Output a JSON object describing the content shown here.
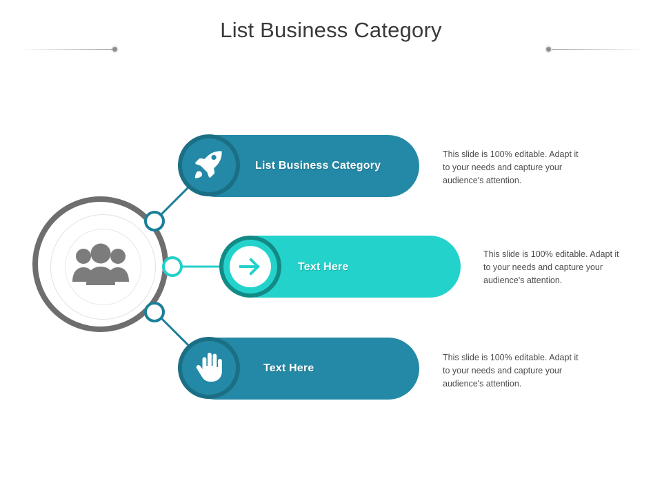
{
  "slide": {
    "title": "List Business Category",
    "background_color": "#ffffff",
    "accent_teal": "#2389a6",
    "accent_cyan": "#24d2cc",
    "accent_dark_teal": "#1b6f85",
    "hub_gray": "#6e6e6e",
    "title_color": "#3a3a3a",
    "body_text_color": "#4b4b4b"
  },
  "hub": {
    "icon": "people-group-icon",
    "icon_color": "#7c7c7c"
  },
  "decor": {
    "left_rule": "divider-line-left",
    "right_rule": "divider-line-right",
    "dot_color": "#8d8d8d"
  },
  "rows": [
    {
      "label": "List Business Category",
      "icon": "rocket-icon",
      "pill_color": "#2389a6",
      "badge_ring_color": "#1b6f85",
      "node_color": "#1b7f99",
      "description": "This slide is 100% editable. Adapt it to your needs and capture your audience's attention."
    },
    {
      "label": "Text Here",
      "icon": "arrow-right-circle-icon",
      "pill_color": "#24d2cc",
      "badge_ring_color": "#128a85",
      "node_color": "#24cfc9",
      "description": "This slide is 100% editable. Adapt it to your needs and capture your audience's attention."
    },
    {
      "label": "Text Here",
      "icon": "hand-palm-icon",
      "pill_color": "#2389a6",
      "badge_ring_color": "#1b6f85",
      "node_color": "#1b7f99",
      "description": "This slide is 100% editable. Adapt it to your needs and capture your audience's attention."
    }
  ]
}
